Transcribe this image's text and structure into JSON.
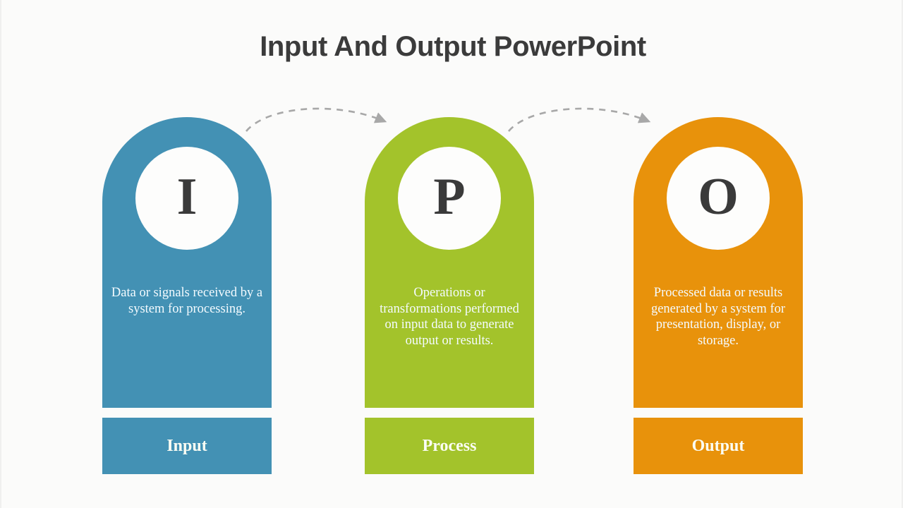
{
  "slide": {
    "title": "Input And Output PowerPoint",
    "background_color": "#fbfbfa",
    "title_color": "#3b3b3b"
  },
  "diagram": {
    "type": "process-flow",
    "arrow_color": "#a8a8a8",
    "arrow_style": "dashed-curved",
    "steps": [
      {
        "letter": "I",
        "label": "Input",
        "description": "Data or signals received by a system for processing.",
        "color": "#4391b4",
        "circle_color": "#fdfdfc",
        "letter_color": "#3a3a3a"
      },
      {
        "letter": "P",
        "label": "Process",
        "description": "Operations or transformations performed on input data to generate output or results.",
        "color": "#a3c32b",
        "circle_color": "#fdfdfc",
        "letter_color": "#3a3a3a"
      },
      {
        "letter": "O",
        "label": "Output",
        "description": "Processed data or results generated by a system for presentation, display, or storage.",
        "color": "#e8920b",
        "circle_color": "#fdfdfc",
        "letter_color": "#3a3a3a"
      }
    ],
    "connectors": [
      {
        "from": "Input",
        "to": "Process",
        "icon": "curved-dashed-arrow-icon"
      },
      {
        "from": "Process",
        "to": "Output",
        "icon": "curved-dashed-arrow-icon"
      }
    ]
  }
}
